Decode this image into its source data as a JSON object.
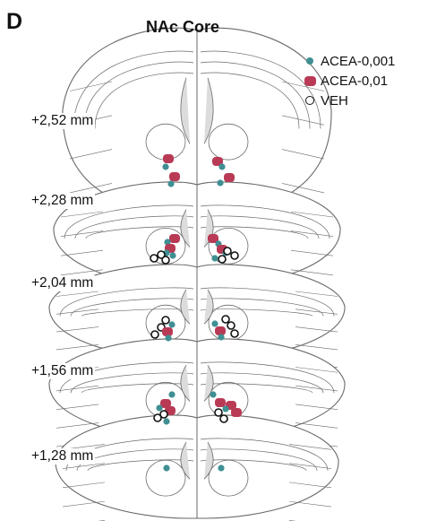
{
  "panel_letter": "D",
  "panel_title": "NAc Core",
  "colors": {
    "acea_0001": "#3f8f93",
    "acea_001": "#b93a55",
    "veh_stroke": "#111111",
    "outline": "#6a6a6a"
  },
  "legend": [
    {
      "label": "ACEA-0,001",
      "group": "acea_0001"
    },
    {
      "label": "ACEA-0,01",
      "group": "acea_001"
    },
    {
      "label": "VEH",
      "group": "veh"
    }
  ],
  "levels": [
    {
      "label": "+2,52 mm"
    },
    {
      "label": "+2,28 mm"
    },
    {
      "label": "+2,04 mm"
    },
    {
      "label": "+1,56 mm"
    },
    {
      "label": "+1,28 mm"
    }
  ]
}
